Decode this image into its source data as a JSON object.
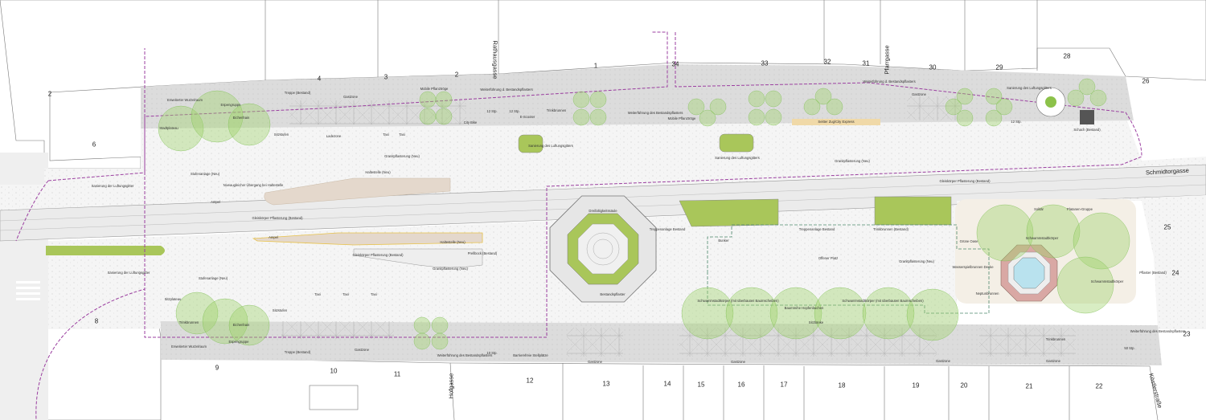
{
  "streets": {
    "schmidtorgasse": "Schmidtorgasse",
    "rathausgasse": "Rathausgasse",
    "pfarrgasse": "Pfarrgasse",
    "hofgasse": "Hofgasse",
    "koestlerstrasse": "Köstlerstraße"
  },
  "house_numbers": [
    "2",
    "6",
    "4",
    "3",
    "2",
    "1",
    "34",
    "33",
    "32",
    "31",
    "30",
    "29",
    "28",
    "26",
    "8",
    "9",
    "10",
    "11",
    "12",
    "13",
    "14",
    "15",
    "16",
    "17",
    "18",
    "19",
    "20",
    "21",
    "22",
    "23",
    "24",
    "25"
  ],
  "annotations": [
    "Erweiterter Wurzelraum",
    "Stadtplateau",
    "Espengruppe",
    "Eichenhain",
    "Treppe (Bestand)",
    "Gastzone",
    "Ladezone",
    "Taxi",
    "Sitzstufen",
    "Stufenanlage (Neu)",
    "Sanierung der Luftungsgitter",
    "Niveaugleicher Übergang bei Haltestelle",
    "Haltestelle (Neu)",
    "Granitpflasterung (Neu)",
    "Ampel",
    "Gleiskörper Pflasterung (Bestand)",
    "Ampel",
    "Haltestelle (Neu)",
    "Gleiskörper Pflasterung (Bestand)",
    "Prellbock (Bestand)",
    "Granitpflasterung (Neu)",
    "Mobile Pflanztröge",
    "Weiterführung d. Bestandspflasters",
    "12 Stp.",
    "12 Stp.",
    "City Bike",
    "E-Scooter",
    "Trinkbrunnen",
    "Sanierung des Luftungsgitters",
    "Weiterführung des Bestandspflasters",
    "Mobile Pflanztröge",
    "Weiterführung d. Bestandspflasters",
    "Gastzone",
    "Seitter Zug/City Express",
    "Sanierung des Luftungsgitters",
    "Granitpflasterung (Neu)",
    "Sanierung des Luftungsgitters",
    "12 Stp.",
    "Schach (Bestand)",
    "Gleiskörper Pflasterung (Bestand)",
    "Dreifaltigkeitssäule",
    "Bestandspflaster",
    "Treppenanlage Bestand",
    "Treppenanlage Bestand",
    "Trinkbrunnen (Bestand)",
    "Bunker",
    "Offener Platz",
    "Granitpflasterung (Neu)",
    "Schwammstadtkörper (mit überbauten Baumscheiben)",
    "Baumreihe Hopfenbuchen",
    "Sitzbänke",
    "Schwammstadtkörper (mit überbauten Baumscheiben)",
    "Platanen-Gruppe",
    "Solitär",
    "Grüne Oase",
    "Schwammstadtkörper",
    "Wasserspielbrunnen Decke",
    "Schwammstadtkörper",
    "Neptunbrunnen",
    "Stufenanlage (Neu)",
    "Sanierung der Luftungsgitter",
    "Sitzplateau",
    "Trinkbrunnen",
    "Eichenhain",
    "Espengruppe",
    "Erweiterter Wurzelraum",
    "Sitzstufen",
    "Treppe (Bestand)",
    "Gastzone",
    "Weiterführung des Bestandspflasters",
    "10 Stp.",
    "Barrierefreie Stellplätze",
    "Gastzone",
    "Gastzone",
    "Gastzone",
    "Gastzone",
    "Trinkbrunnen",
    "Weiterführung des Bestandspflasters",
    "50 Stp.",
    "Pflaster (Bestand)",
    "Taxi",
    "Taxi",
    "Taxi",
    "Taxi"
  ],
  "colors": {
    "lawn": "#a9c65a",
    "tree_canopy": "#9ed36a",
    "boundary_line": "#9b3fa0",
    "sponge_city_line": "#4f8a6e",
    "sidewalk": "#d9d9d9",
    "plaza": "#f4f4f4",
    "oasis": "#f4efe6",
    "fountain_water": "#b9e2ee",
    "fountain_rim": "#d9a8a4",
    "tram_stop": "#e4d8cc",
    "tram_stop_edge": "#e8c24a"
  }
}
